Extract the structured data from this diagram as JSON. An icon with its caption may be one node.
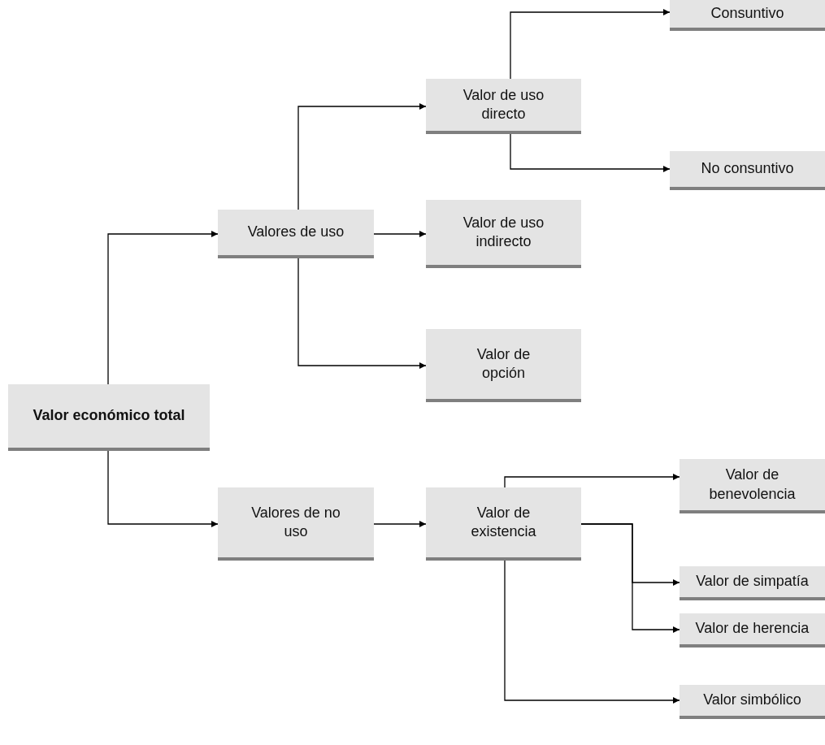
{
  "diagram": {
    "nodes": [
      {
        "text": [
          "Valor económico total"
        ]
      },
      {
        "text": [
          "Valores de uso"
        ]
      },
      {
        "text": [
          "Valor de uso directo"
        ]
      },
      {
        "text": [
          "Valor de uso indirecto"
        ]
      },
      {
        "text": [
          "Valor de opción"
        ]
      },
      {
        "text": [
          "Consuntivo"
        ]
      },
      {
        "text": [
          "No consuntivo"
        ]
      },
      {
        "text": [
          "Valores de no uso"
        ]
      },
      {
        "text": [
          "Valor de existencia"
        ]
      },
      {
        "text": [
          "Valor de benevolencia"
        ]
      },
      {
        "text": [
          "Valor de simpatía"
        ]
      },
      {
        "text": [
          "Valor de herencia"
        ]
      },
      {
        "text": [
          "Valor simbólico"
        ]
      }
    ],
    "edges": [
      {
        "from": 0,
        "to": 1,
        "arrow": "to"
      },
      {
        "from": 0,
        "to": 7,
        "arrow": "to"
      },
      {
        "from": 1,
        "to": 2,
        "arrow": "to"
      },
      {
        "from": 1,
        "to": 3,
        "arrow": "to"
      },
      {
        "from": 1,
        "to": 4,
        "arrow": "to"
      },
      {
        "from": 2,
        "to": 5,
        "arrow": "to"
      },
      {
        "from": 2,
        "to": 6,
        "arrow": "to"
      },
      {
        "from": 7,
        "to": 8,
        "arrow": "to"
      },
      {
        "from": 8,
        "to": 9,
        "arrow": "to"
      },
      {
        "from": 8,
        "to": 10,
        "arrow": "to"
      },
      {
        "from": 8,
        "to": 11,
        "arrow": "to"
      },
      {
        "from": 8,
        "to": 12,
        "arrow": "to"
      }
    ]
  }
}
